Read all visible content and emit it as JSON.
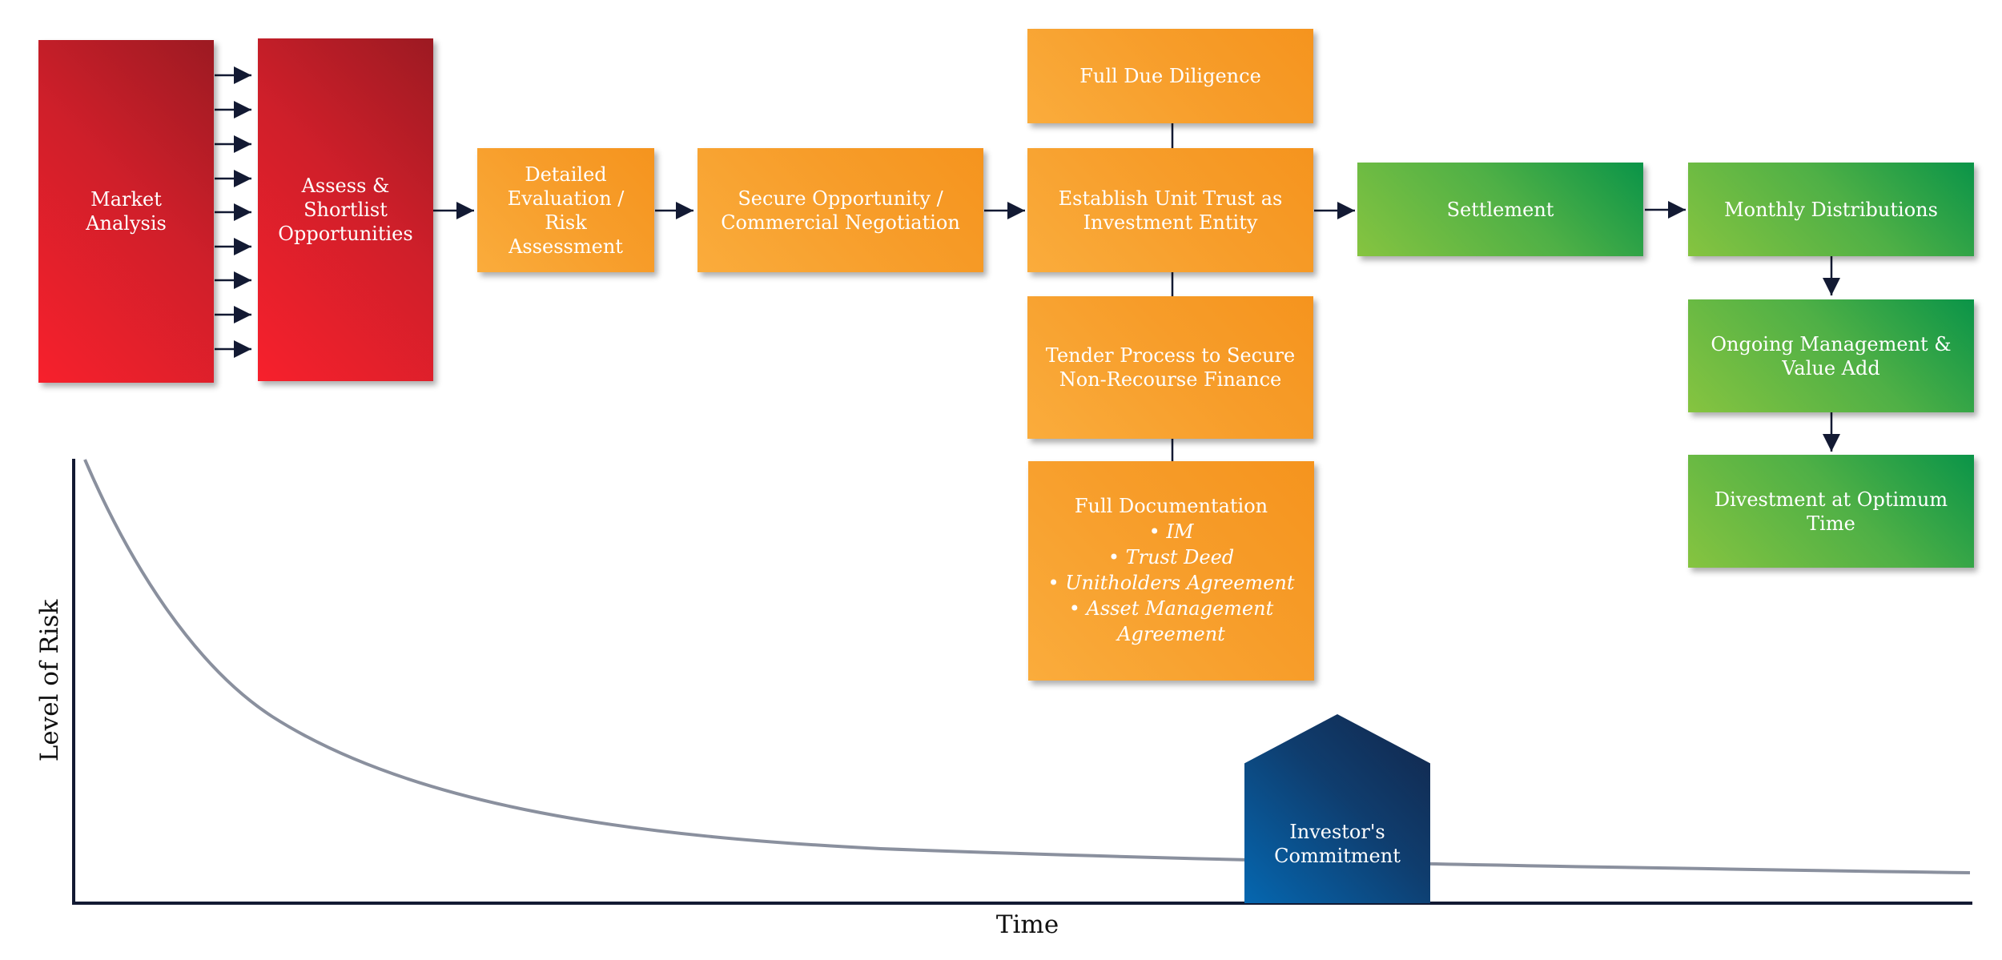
{
  "steps": {
    "market_analysis": "Market Analysis",
    "assess_shortlist": "Assess & Shortlist Opportunities",
    "detailed_evaluation": "Detailed Evaluation / Risk Assessment",
    "secure_opportunity": "Secure Opportunity / Commercial Negotiation",
    "full_due_diligence": "Full Due Diligence",
    "establish_unit_trust": "Establish Unit Trust as Investment Entity",
    "tender_process": "Tender Process to Secure Non-Recourse Finance",
    "full_documentation": {
      "title": "Full Documentation",
      "items": [
        "• IM",
        "• Trust Deed",
        "• Unitholders Agreement",
        "• Asset Management Agreement"
      ]
    },
    "settlement": "Settlement",
    "monthly_distributions": "Monthly Distributions",
    "ongoing_management": "Ongoing Management & Value Add",
    "divestment": "Divestment at Optimum Time",
    "investor_commitment": "Investor's Commitment"
  },
  "axes": {
    "y_label": "Level of Risk",
    "x_label": "Time"
  },
  "colors": {
    "red_phase": "#d0202a",
    "orange_phase": "#f79d2a",
    "green_phase": "#4fb046",
    "commitment": "#0f3d6e",
    "risk_curve": "#8a909e",
    "arrows": "#131a33"
  }
}
